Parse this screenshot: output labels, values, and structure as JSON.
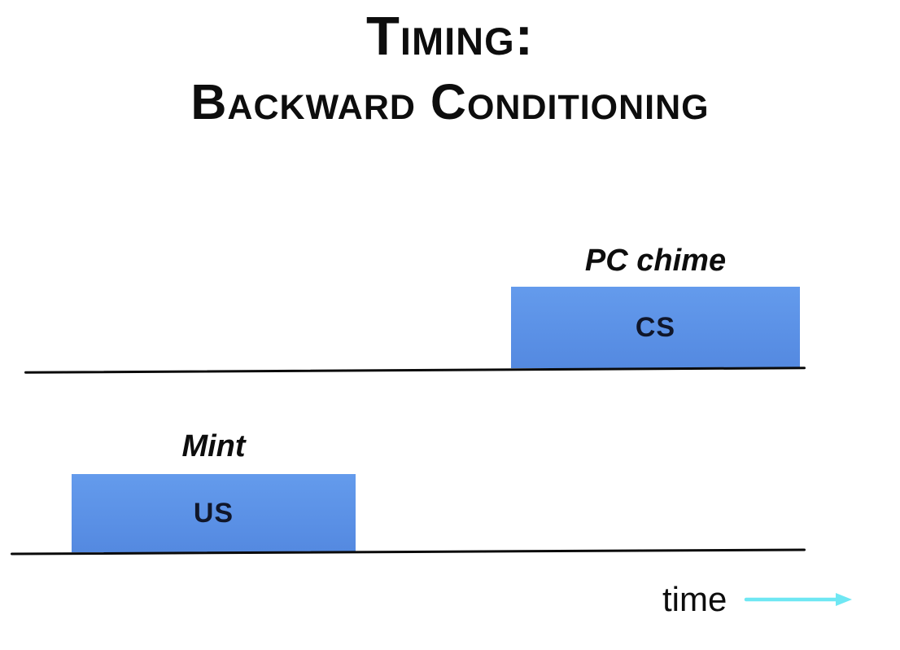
{
  "title": {
    "line1": "Timing:",
    "line2": "Backward Conditioning"
  },
  "cs_row": {
    "stimulus_label": "PC chime",
    "bar_label": "CS"
  },
  "us_row": {
    "stimulus_label": "Mint",
    "bar_label": "US"
  },
  "axis": {
    "label": "time"
  },
  "colors": {
    "bar_fill": "#5B91E6",
    "bar_fill_top": "#649BEC",
    "bar_label": "#10162a",
    "timeline": "#0a0a0a",
    "arrow": "#6FE7F3",
    "text": "#0d0d0d",
    "background": "#ffffff"
  }
}
